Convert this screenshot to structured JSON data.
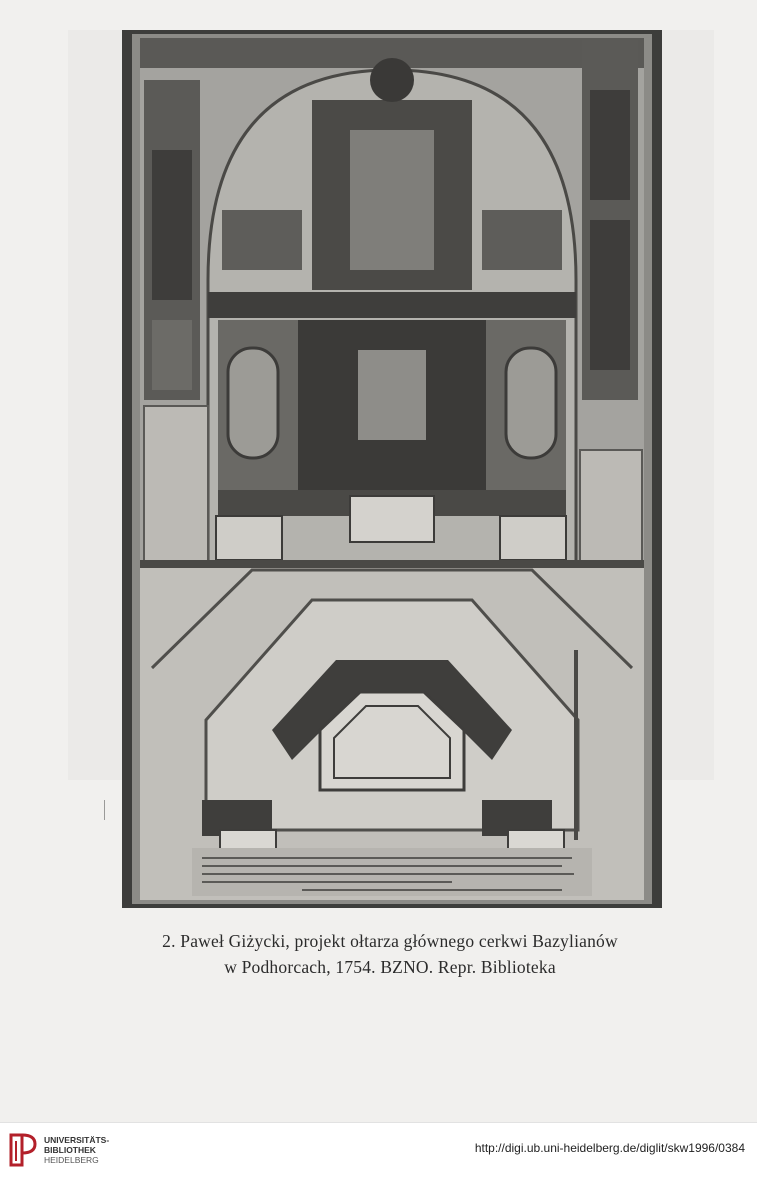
{
  "caption": {
    "line1": "2. Paweł Giżycki, projekt ołtarza głównego cerkwi Bazylianów",
    "line2": "w Podhorcach, 1754. BZNO. Repr. Biblioteka"
  },
  "footer": {
    "logo_line1": "UNIVERSITÄTS-",
    "logo_line2": "BIBLIOTHEK",
    "logo_line3": "HEIDELBERG",
    "url": "http://digi.ub.uni-heidelberg.de/diglit/skw1996/0384"
  },
  "colors": {
    "plate_dark": "#3d3d3b",
    "paper": "#f1f0ee",
    "logo_red": "#b3202a"
  }
}
